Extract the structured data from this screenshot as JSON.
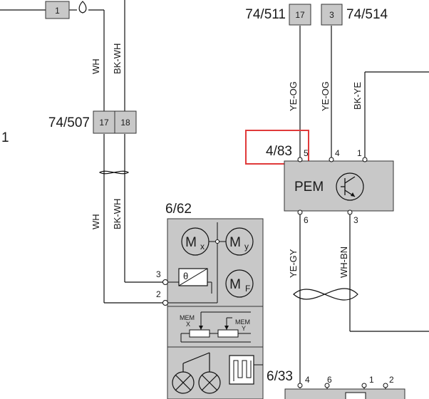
{
  "connectors": {
    "c1": {
      "pin": "1"
    },
    "c74_511": {
      "ref": "74/511",
      "pin": "17"
    },
    "c74_514": {
      "ref": "74/514",
      "pin": "3"
    },
    "c74_507": {
      "ref": "74/507",
      "pins": [
        "17",
        "18"
      ]
    }
  },
  "left_edge_label": "1",
  "wires": {
    "wh_top": "WH",
    "bkwh_top": "BK-WH",
    "wh_bottom": "WH",
    "bkwh_bottom": "BK-WH",
    "yeog_left": "YE-OG",
    "yeog_right": "YE-OG",
    "bkye": "BK-YE",
    "yegy": "YE-GY",
    "whbn": "WH-BN"
  },
  "pem": {
    "ref": "4/83",
    "label": "PEM",
    "pins_top": [
      "5",
      "4",
      "1"
    ],
    "pins_bottom": [
      "6",
      "3"
    ]
  },
  "module_6_62": {
    "ref": "6/62",
    "motors": {
      "mx_main": "M",
      "mx_sub": "x",
      "my_main": "M",
      "my_sub": "y",
      "mf_main": "M",
      "mf_sub": "F"
    },
    "sensor_symbol": "θ",
    "pins": [
      "3",
      "2"
    ],
    "mem_x": {
      "top": "MEM",
      "sub": "X"
    },
    "mem_y": {
      "top": "MEM",
      "sub": "Y"
    }
  },
  "module_6_33": {
    "ref": "6/33",
    "pins": [
      "4",
      "6",
      "1",
      "2"
    ]
  },
  "highlight_color": "#e03a3a",
  "component_fill": "#c8c8c8"
}
